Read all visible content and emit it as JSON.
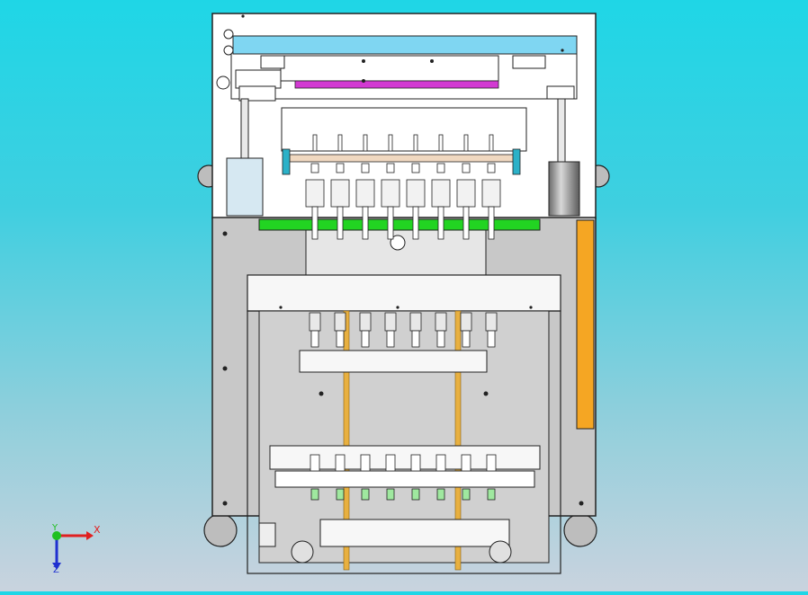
{
  "viewport": {
    "background_top": "#1fd6e6",
    "background_bottom": "#c9d3de"
  },
  "triad": {
    "x_label": "X",
    "y_label": "Y",
    "z_label": "Z",
    "x_color": "#e02020",
    "y_color": "#20c020",
    "z_color": "#2030d0"
  },
  "colors": {
    "frame_fill": "#ffffff",
    "housing_fill": "#c8c8c8",
    "blue_rail": "#7fd6f2",
    "magenta_strip": "#d23ad2",
    "green_plate": "#22d422",
    "orange_panel": "#f5a623",
    "rod_color": "#e8b040",
    "outline": "#222222"
  },
  "machine": {
    "tool_count": 8,
    "wheel_count": 4
  }
}
